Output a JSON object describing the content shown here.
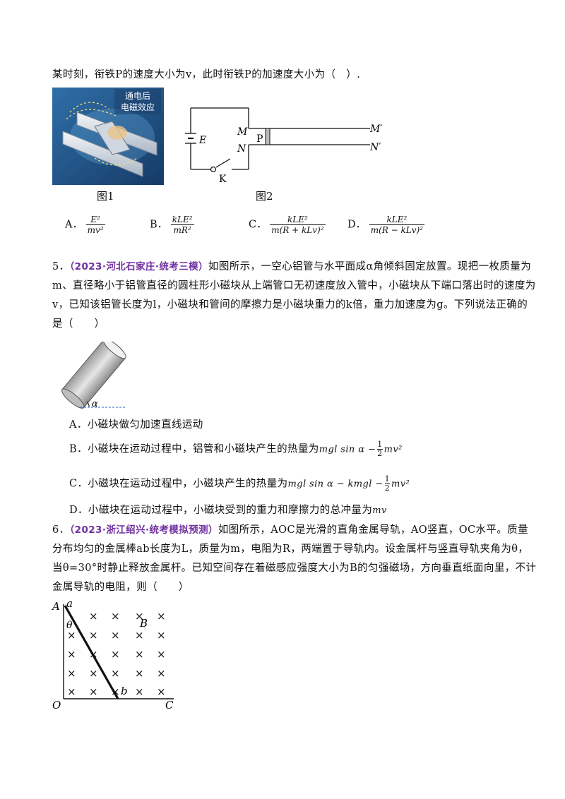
{
  "q4": {
    "line1": "某时刻，衔铁P的速度大小为v，此时衔铁P的加速度大小为（　）.",
    "fig1_caption": "图1",
    "fig2_caption": "图2",
    "fig1_callout": [
      "通电后",
      "电磁效应"
    ],
    "circuit": {
      "E": "E",
      "M": "M",
      "N": "N",
      "P": "P",
      "Mp": "M′",
      "Np": "N′",
      "K": "K"
    },
    "options": [
      {
        "label": "A．",
        "num": "E²",
        "den": "mv²"
      },
      {
        "label": "B．",
        "num": "kLE²",
        "den": "mR²"
      },
      {
        "label": "C．",
        "num": "kLE²",
        "den": "m(R + kLv)²"
      },
      {
        "label": "D．",
        "num": "kLE²",
        "den": "m(R − kLv)²"
      }
    ]
  },
  "q5": {
    "number": "5．",
    "source": "（2023·河北石家庄·统考三模）",
    "lines": [
      "如图所示，一空心铝管与水平面成α角倾斜固定放置。现把一枚质量为",
      "m、直径略小于铝管直径的圆柱形小磁块从上端管口无初速度放入管中，小磁块从下端口落出时的速度为",
      "v，已知该铝管长度为l，小磁块和管间的摩擦力是小磁块重力的k倍，重力加速度为g。下列说法正确的",
      "是（　　）"
    ],
    "angle_label": "α",
    "options": {
      "A": "A．小磁块做匀加速直线运动",
      "B": "B．小磁块在运动过程中，铝管和小磁块产生的热量为",
      "B_expr": "mgl sin α −",
      "B_tail": "mv²",
      "C": "C．小磁块在运动过程中，小磁块产生的热量为",
      "C_expr": "mgl sin α − kmgl −",
      "C_tail": "mv²",
      "D": "D．小磁块在运动过程中，小磁块受到的重力和摩擦力的总冲量为",
      "D_expr": "mv"
    },
    "half_num": "1",
    "half_den": "2"
  },
  "q6": {
    "number": "6．",
    "source": "（2023·浙江绍兴·统考模拟预测）",
    "lines": [
      "如图所示，AOC是光滑的直角金属导轨，AO竖直，OC水平。质量",
      "分布均匀的金属棒ab长度为L，质量为m，电阻为R，两端置于导轨内。设金属杆与竖直导轨夹角为θ，",
      "当θ=30°时静止释放金属杆。已知空间存在着磁感应强度大小为B的匀强磁场，方向垂直纸面向里，不计",
      "金属导轨的电阻，则（　　）"
    ],
    "fig": {
      "A": "A",
      "O": "O",
      "C": "C",
      "a": "a",
      "b": "b",
      "B": "B",
      "theta": "θ",
      "cross": "×"
    }
  }
}
